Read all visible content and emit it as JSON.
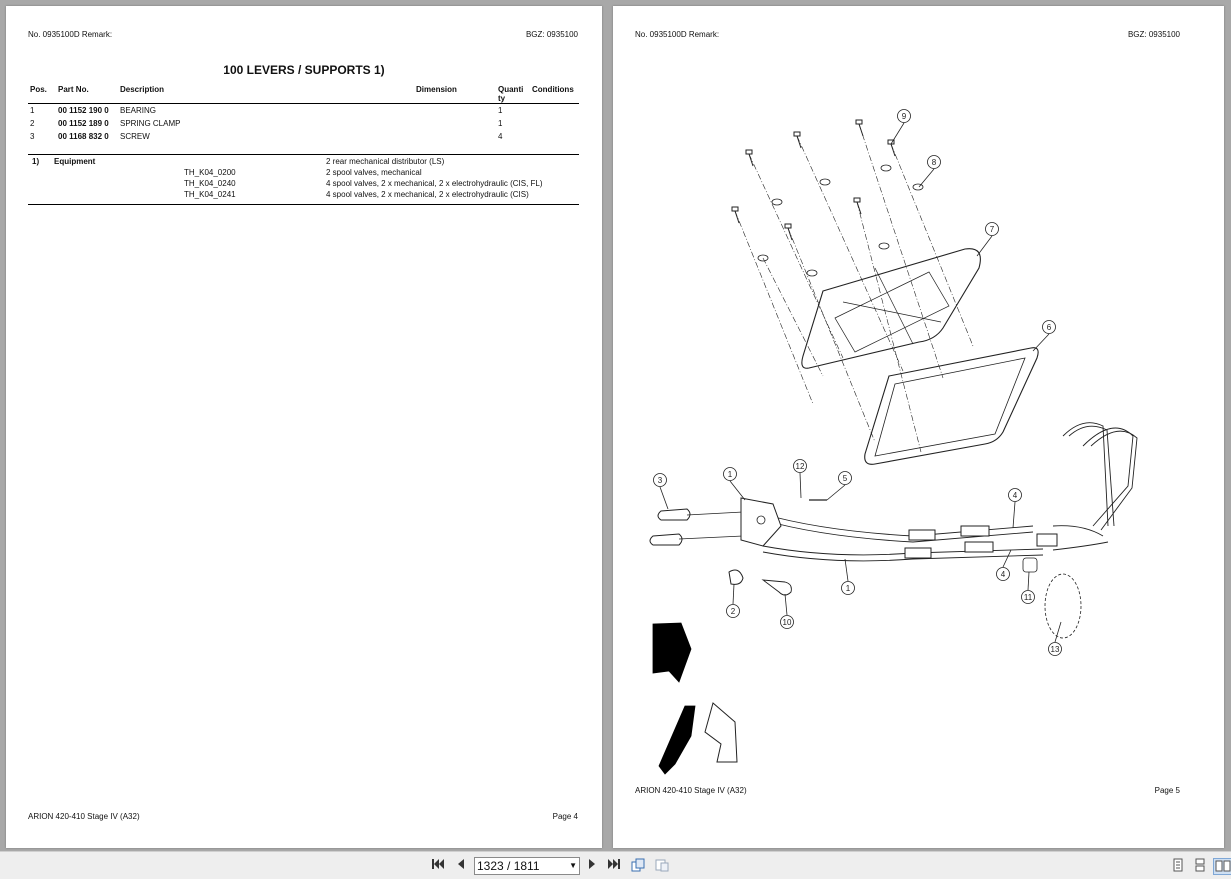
{
  "left_page": {
    "header_left": "No. 0935100D    Remark:",
    "header_right": "BGZ: 0935100",
    "title": "100 LEVERS / SUPPORTS  1)",
    "table_headers": {
      "pos": "Pos.",
      "part_no": "Part No.",
      "description": "Description",
      "dimension": "Dimension",
      "quantity": "Quanti ty",
      "conditions": "Conditions"
    },
    "parts": [
      {
        "pos": "1",
        "part_no": "00 1152 190 0",
        "description": "BEARING",
        "dimension": "",
        "quantity": "1",
        "conditions": ""
      },
      {
        "pos": "2",
        "part_no": "00 1152 189 0",
        "description": "SPRING CLAMP",
        "dimension": "",
        "quantity": "1",
        "conditions": ""
      },
      {
        "pos": "3",
        "part_no": "00 1168 832 0",
        "description": "SCREW",
        "dimension": "",
        "quantity": "4",
        "conditions": ""
      }
    ],
    "equipment": {
      "marker": "1)",
      "label": "Equipment",
      "rows": [
        {
          "code": "",
          "text": "2 rear mechanical distributor (LS)"
        },
        {
          "code": "TH_K04_0200",
          "text": "2 spool valves, mechanical"
        },
        {
          "code": "TH_K04_0240",
          "text": "4 spool valves, 2 x mechanical, 2 x electrohydraulic (CIS, FL)"
        },
        {
          "code": "TH_K04_0241",
          "text": "4 spool valves, 2 x mechanical, 2 x electrohydraulic (CIS)"
        }
      ]
    },
    "footer_left": "ARION 420-410 Stage IV (A32)",
    "footer_right": "Page 4"
  },
  "right_page": {
    "header_left": "No. 0935100D    Remark:",
    "header_right": "BGZ: 0935100",
    "callouts": [
      "1",
      "1",
      "2",
      "3",
      "4",
      "4",
      "5",
      "6",
      "7",
      "8",
      "9",
      "10",
      "11",
      "12",
      "13"
    ],
    "footer_left": "ARION 420-410 Stage IV (A32)",
    "footer_right": "Page 5"
  },
  "toolbar": {
    "page_indicator": "1323 / 1811",
    "icons": [
      "first-page-icon",
      "prev-page-icon",
      "next-page-icon",
      "last-page-icon",
      "rotate-icon",
      "extract-icon",
      "single-page-view-icon",
      "continuous-view-icon",
      "two-page-view-icon"
    ]
  }
}
